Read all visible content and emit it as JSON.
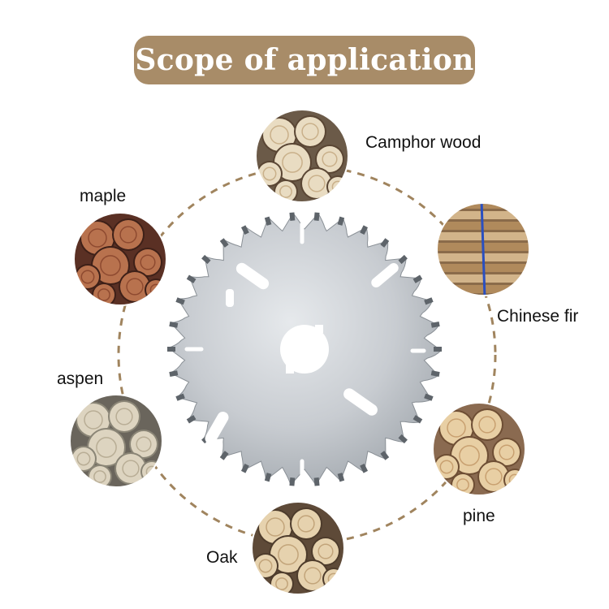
{
  "title": "Scope of application",
  "colors": {
    "title_background": "#a88c68",
    "title_text": "#ffffff",
    "ring": "#a0845e",
    "blade": "#c9cdd1",
    "label": "#111111"
  },
  "center_item": {
    "name": "circular-saw-blade-image"
  },
  "wood_types": [
    {
      "id": "camphor",
      "label": "Camphor wood",
      "image": "camphor-wood-logs"
    },
    {
      "id": "chinese-fir",
      "label": "Chinese fir",
      "image": "chinese-fir-lumber-stack"
    },
    {
      "id": "pine",
      "label": "pine",
      "image": "pine-log-pile"
    },
    {
      "id": "oak",
      "label": "Oak",
      "image": "oak-log-ends"
    },
    {
      "id": "aspen",
      "label": "aspen",
      "image": "aspen-log-pile"
    },
    {
      "id": "maple",
      "label": "maple",
      "image": "maple-log-pile"
    }
  ]
}
